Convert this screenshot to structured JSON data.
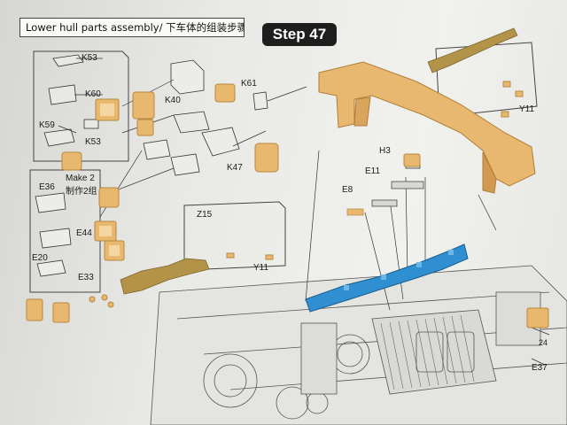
{
  "header": {
    "title": "Lower hull parts assembly/ 下车体的组装步骤",
    "step": "Step 47"
  },
  "labels": {
    "k53_top": "K53",
    "k60": "K60",
    "k59": "K59",
    "k53_low": "K53",
    "k40": "K40",
    "k61": "K61",
    "k47": "K47",
    "e36": "E36",
    "make2_en": "Make 2",
    "make2_cn": "制作2组",
    "e44": "E44",
    "e20": "E20",
    "e33": "E33",
    "z15": "Z15",
    "y11_mid": "Y11",
    "y11_right": "Y11",
    "h3": "H3",
    "e11": "E11",
    "e8": "E8",
    "e37": "E37",
    "page_num": "24"
  },
  "colors": {
    "resin": "#e7b86e",
    "resin_dark": "#b8873f",
    "photo_etch": "#b0944a",
    "blue_part": "#2f8fd0",
    "line": "#3a3a3a"
  }
}
